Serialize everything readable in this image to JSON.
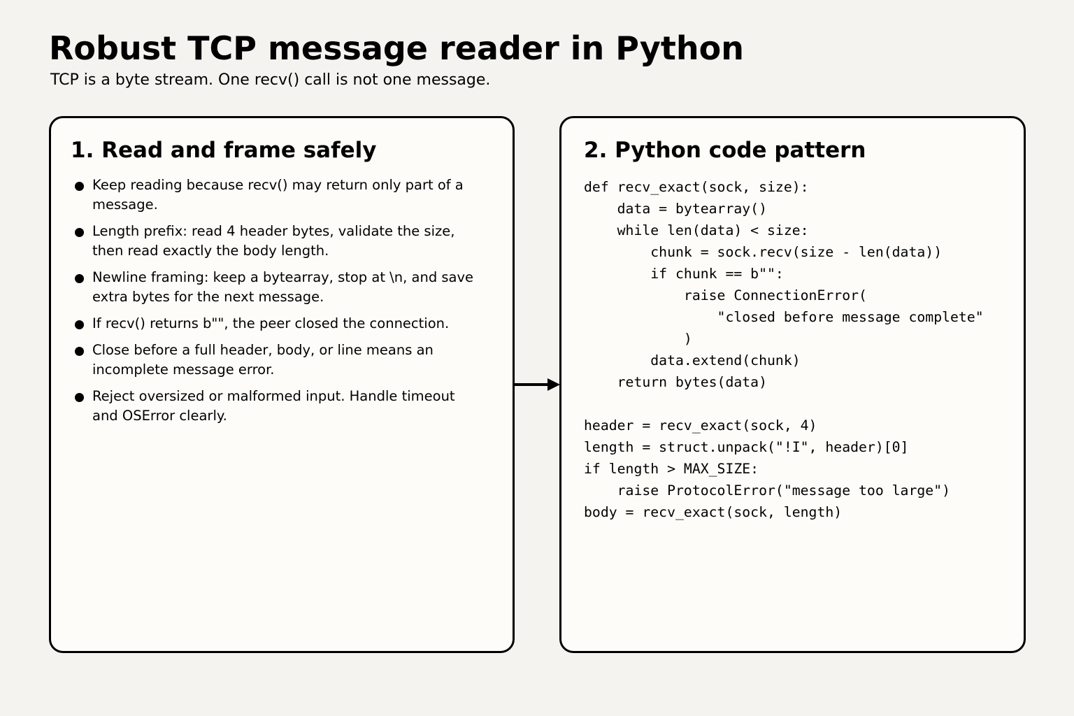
{
  "header": {
    "title": "Robust TCP message reader in Python",
    "subtitle": "TCP is a byte stream. One recv() call is not one message."
  },
  "left_panel": {
    "heading": "1. Read and frame safely",
    "bullets": [
      "Keep reading because recv() may return only part of a message.",
      "Length prefix: read 4 header bytes, validate the size, then read exactly the body length.",
      "Newline framing: keep a bytearray, stop at \\n, and save extra bytes for the next message.",
      "If recv() returns b\"\", the peer closed the connection.",
      "Close before a full header, body, or line means an incomplete message error.",
      "Reject oversized or malformed input. Handle timeout and OSError clearly."
    ]
  },
  "right_panel": {
    "heading": "2. Python code pattern",
    "code": "def recv_exact(sock, size):\n    data = bytearray()\n    while len(data) < size:\n        chunk = sock.recv(size - len(data))\n        if chunk == b\"\":\n            raise ConnectionError(\n                \"closed before message complete\"\n            )\n        data.extend(chunk)\n    return bytes(data)\n\nheader = recv_exact(sock, 4)\nlength = struct.unpack(\"!I\", header)[0]\nif length > MAX_SIZE:\n    raise ProtocolError(\"message too large\")\nbody = recv_exact(sock, length)"
  }
}
